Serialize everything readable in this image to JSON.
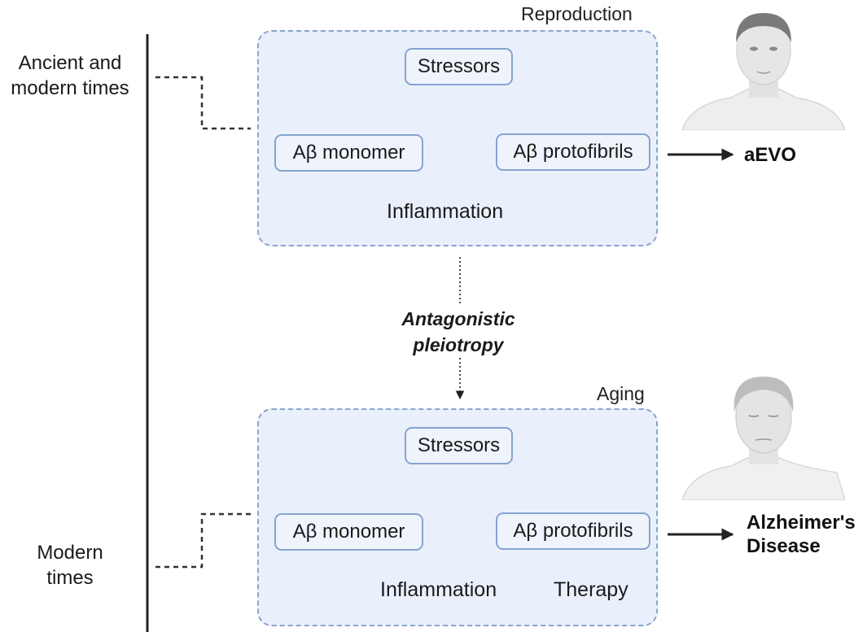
{
  "timeline": {
    "ancient_label": [
      "Ancient and",
      "modern times"
    ],
    "modern_label": [
      "Modern",
      "times"
    ]
  },
  "top_panel": {
    "title": "Reproduction",
    "stressors": "Stressors",
    "monomer": "Aβ monomer",
    "protofibrils": "Aβ protofibrils",
    "inflammation": "Inflammation",
    "outcome": "aEVO"
  },
  "mechanism": [
    "Antagonistic",
    "pleiotropy"
  ],
  "bottom_panel": {
    "title": "Aging",
    "stressors": "Stressors",
    "monomer": "Aβ monomer",
    "protofibrils": "Aβ protofibrils",
    "inflammation": "Inflammation",
    "therapy": "Therapy",
    "outcome": [
      "Alzheimer's",
      "Disease"
    ]
  },
  "colors": {
    "panel_fill": "#eaf0fb",
    "panel_border": "#8aa5cf",
    "node_border": "#86a3d0",
    "arrow": "#222222"
  }
}
